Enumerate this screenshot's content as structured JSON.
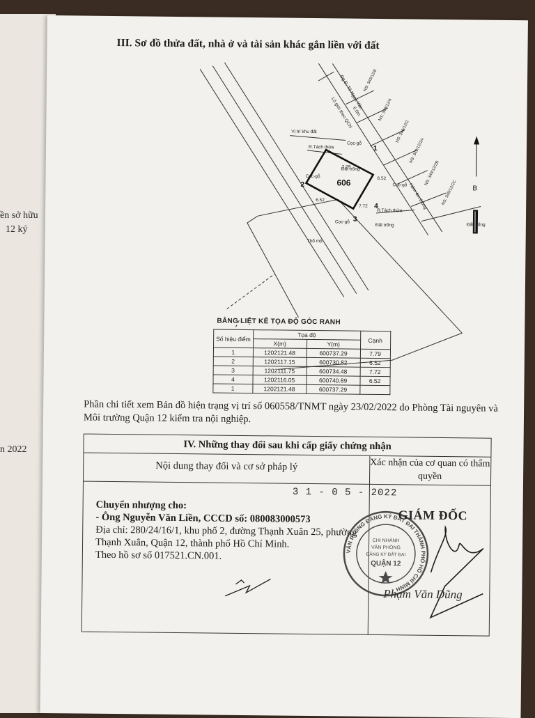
{
  "left_page": {
    "fragments": [
      "ền sở hữu",
      "12 ký",
      "n 2022"
    ]
  },
  "section3": {
    "title": "III. Sơ đồ thửa đất, nhà ở và tài sản khác gắn liền với đất"
  },
  "plot": {
    "parcel_number": "606",
    "labels": {
      "road": "Đg Đ. Tô Ngọc Vân",
      "road_boundary": "Lộ giới theo QCN",
      "road_width": "6.0m",
      "parcel_position": "Vị trí khu đất",
      "split_1": "R.Tách thửa",
      "split_2": "R.Tách thửa",
      "empty_land_1": "Đất trống",
      "empty_land_2": "Đất trống",
      "empty_land_3": "Đất trống",
      "cemetery": "Thổ mộ",
      "alley": "Hẻm 4m thông",
      "post_1": "Cọc-gỗ",
      "post_2": "Cọc-gỗ",
      "post_3": "Cọc-gỗ",
      "post_4": "Cọc-gỗ",
      "house_numbers": [
        "NS: 349/12/6",
        "NS: 349/12/4",
        "NS: 349/12/2",
        "NS: 349/12/2A",
        "NS: 349/12/2B",
        "NS: 349/12/2C"
      ]
    },
    "vertices": [
      "1",
      "2",
      "3",
      "4"
    ],
    "edges": [
      "7.79",
      "6.52",
      "7.72",
      "6.52"
    ],
    "north_label": "B"
  },
  "coord_table": {
    "title": "BẢNG LIỆT KÊ TỌA ĐỘ GÓC RANH",
    "headers": {
      "point": "Số hiệu\nđiểm",
      "coords": "Tọa độ",
      "x": "X(m)",
      "y": "Y(m)",
      "edge": "Cạnh"
    },
    "rows": [
      {
        "point": "1",
        "x": "1202121.48",
        "y": "600737.29",
        "edge": "7.79"
      },
      {
        "point": "2",
        "x": "1202117.15",
        "y": "600730.82",
        "edge": "6.52"
      },
      {
        "point": "3",
        "x": "1202111.75",
        "y": "600734.48",
        "edge": "7.72"
      },
      {
        "point": "4",
        "x": "1202116.05",
        "y": "600740.89",
        "edge": "6.52"
      },
      {
        "point": "1",
        "x": "1202121.48",
        "y": "600737.29",
        "edge": ""
      }
    ]
  },
  "note": "Phần chi tiết xem Bản đồ hiện trạng vị trí số 060558/TNMT ngày 23/02/2022 do Phòng Tài nguyên và Môi trường Quận 12 kiểm tra nội nghiệp.",
  "section4": {
    "title": "IV. Những thay đổi sau khi cấp giấy chứng nhận",
    "col_left": "Nội dung thay đổi và cơ sở pháp lý",
    "col_right": "Xác nhận của cơ quan có thẩm quyền",
    "date": "3 1 - 0 5 - 2022",
    "transfer": {
      "heading": "Chuyển nhượng cho:",
      "person": "- Ông Nguyễn Văn Liền, CCCD số: 080083000573",
      "address": "Địa chỉ: 280/24/16/1, khu phố 2, đường Thạnh Xuân 25, phường Thạnh Xuân, Quận 12, thành phố Hồ Chí Minh.",
      "dossier": "Theo hồ sơ số 017521.CN.001."
    },
    "director_title": "GIÁM ĐỐC",
    "signer_name": "Phạm Văn Dũng",
    "stamp": {
      "outer_text": "VĂN PHÒNG ĐĂNG KÝ ĐẤT ĐAI THÀNH PHỐ HỒ CHÍ MINH",
      "inner_lines": [
        "CHI NHÁNH",
        "VĂN PHÒNG",
        "ĐĂNG KÝ ĐẤT ĐAI",
        "QUẬN 12"
      ]
    }
  }
}
